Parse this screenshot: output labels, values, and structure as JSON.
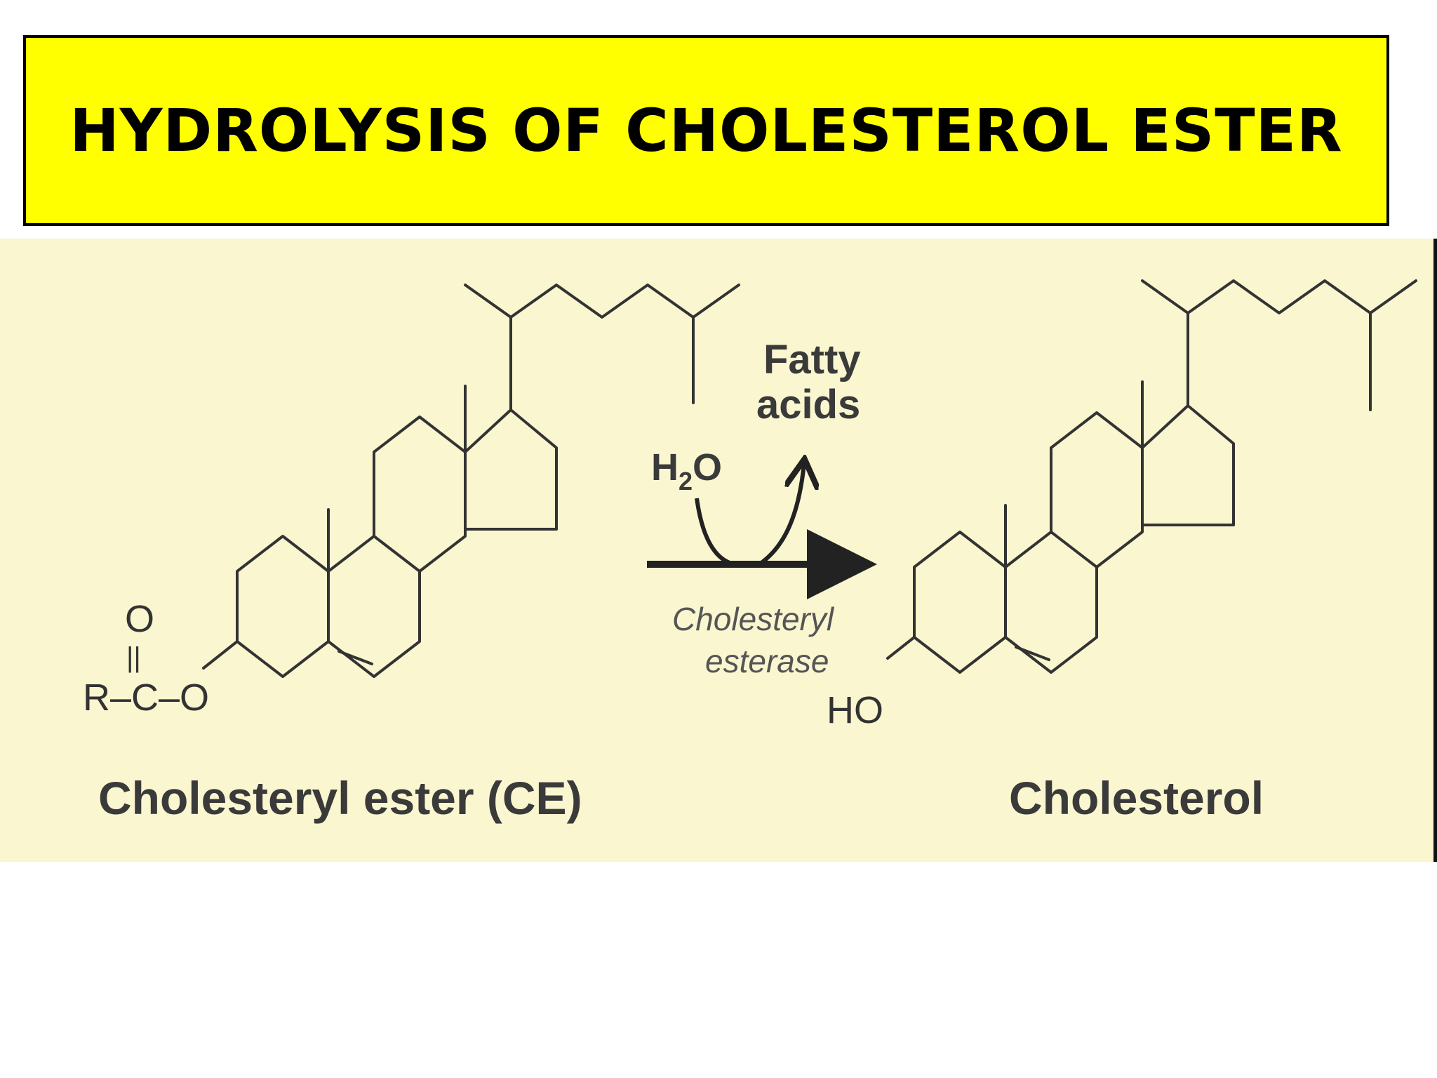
{
  "title": "HYDROLYSIS OF CHOLESTEROL ESTER",
  "colors": {
    "title_bg": "#ffff00",
    "panel_bg": "#faf6d0",
    "ink": "#333333"
  },
  "left": {
    "caption": "Cholesteryl ester (CE)",
    "ester_group": {
      "carbonyl_o": "O",
      "double_bond": "||",
      "chain": "R–C–O"
    }
  },
  "reaction": {
    "reactant": "H",
    "reactant_sub": "2",
    "reactant_tail": "O",
    "product_line1": "Fatty",
    "product_line2": "acids",
    "enzyme_line1": "Cholesteryl",
    "enzyme_line2": "esterase"
  },
  "right": {
    "caption": "Cholesterol",
    "hydroxyl": "HO"
  }
}
